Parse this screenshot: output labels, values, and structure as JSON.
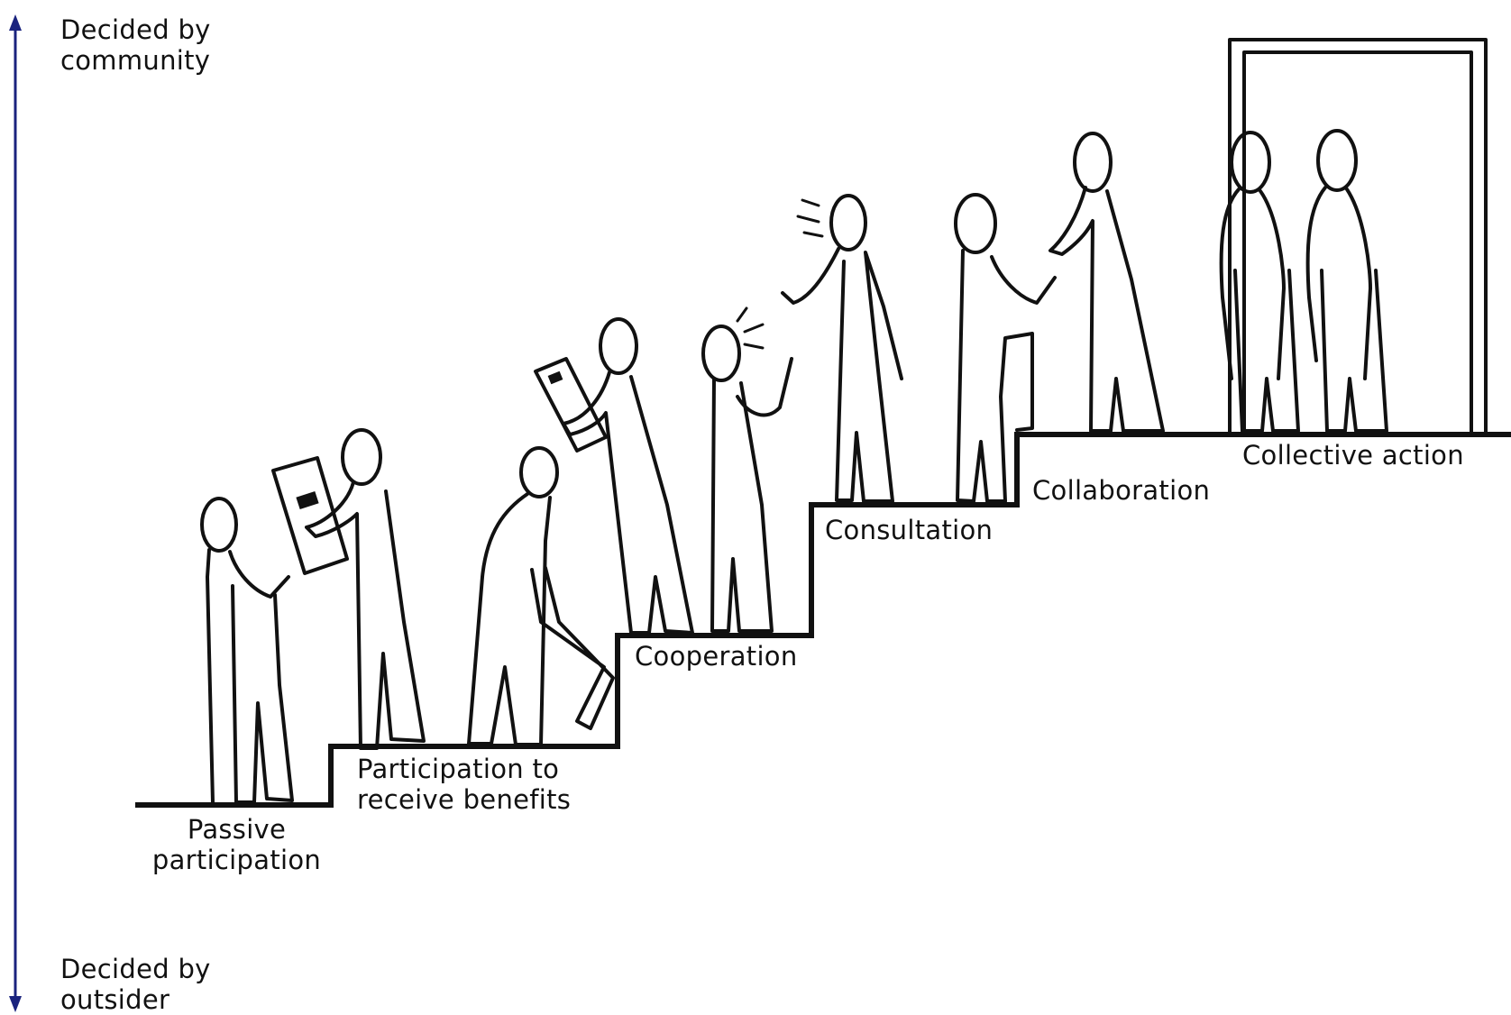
{
  "axis": {
    "top_label": "Decided by\ncommunity",
    "bottom_label": "Decided by\noutsider",
    "arrow_color": "#1a237e"
  },
  "steps": [
    {
      "label": "Passive\nparticipation"
    },
    {
      "label": "Participation to\nreceive benefits"
    },
    {
      "label": "Cooperation"
    },
    {
      "label": "Consultation"
    },
    {
      "label": "Collaboration"
    },
    {
      "label": "Collective action"
    }
  ],
  "icons": [
    "person-figure",
    "document-icon",
    "doorway-frame",
    "speech-marks-icon"
  ]
}
